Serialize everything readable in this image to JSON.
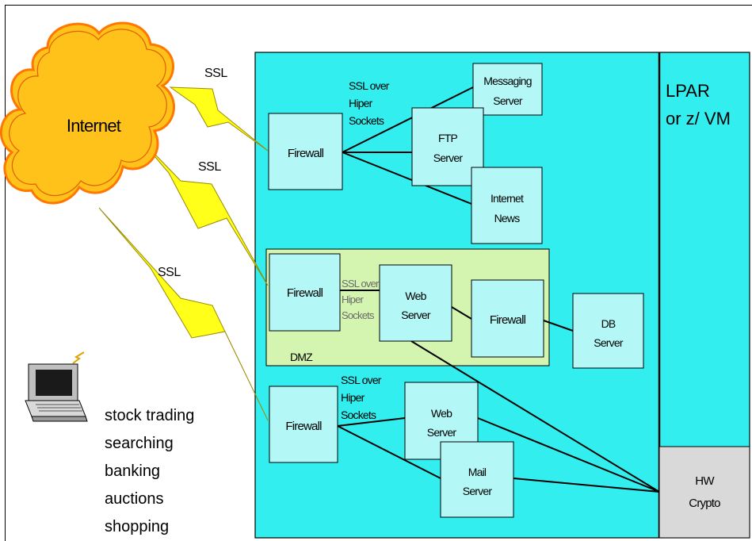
{
  "cloud": {
    "label": "Internet"
  },
  "ssl_links": [
    "SSL",
    "SSL",
    "SSL"
  ],
  "region": {
    "label_line1": "LPAR",
    "label_line2": "or z/ VM"
  },
  "dmz": {
    "label": "DMZ"
  },
  "group_top": {
    "note": [
      "SSL over",
      "Hiper",
      "Sockets"
    ],
    "firewall": "Firewall",
    "messaging_server": [
      "Messaging",
      "Server"
    ],
    "ftp_server": [
      "FTP",
      "Server"
    ],
    "internet_news": [
      "Internet",
      "News"
    ]
  },
  "group_middle": {
    "note": [
      "SSL over",
      "Hiper",
      "Sockets"
    ],
    "firewall": "Firewall",
    "web_server": [
      "Web",
      "Server"
    ],
    "inner_firewall": "Firewall",
    "db_server": [
      "DB",
      "Server"
    ]
  },
  "group_bottom": {
    "note": [
      "SSL over",
      "Hiper",
      "Sockets"
    ],
    "firewall": "Firewall",
    "web_server": [
      "Web",
      "Server"
    ],
    "mail_server": [
      "Mail",
      "Server"
    ]
  },
  "hw_crypto": [
    "HW",
    "Crypto"
  ],
  "activities": [
    "stock trading",
    "searching",
    "banking",
    "auctions",
    "shopping"
  ],
  "colors": {
    "region_fill": "#33eeee",
    "dmz_fill": "#d4f5b0",
    "box_fill": "#b3f7f7",
    "cloud_fill": "#ffc21a",
    "cloud_outline": "#ff7700",
    "bolt_fill": "#ffff1a",
    "crypto_fill": "#d9d9d9"
  },
  "icons": [
    "cloud-icon",
    "lightning-bolt-icon",
    "laptop-icon"
  ]
}
